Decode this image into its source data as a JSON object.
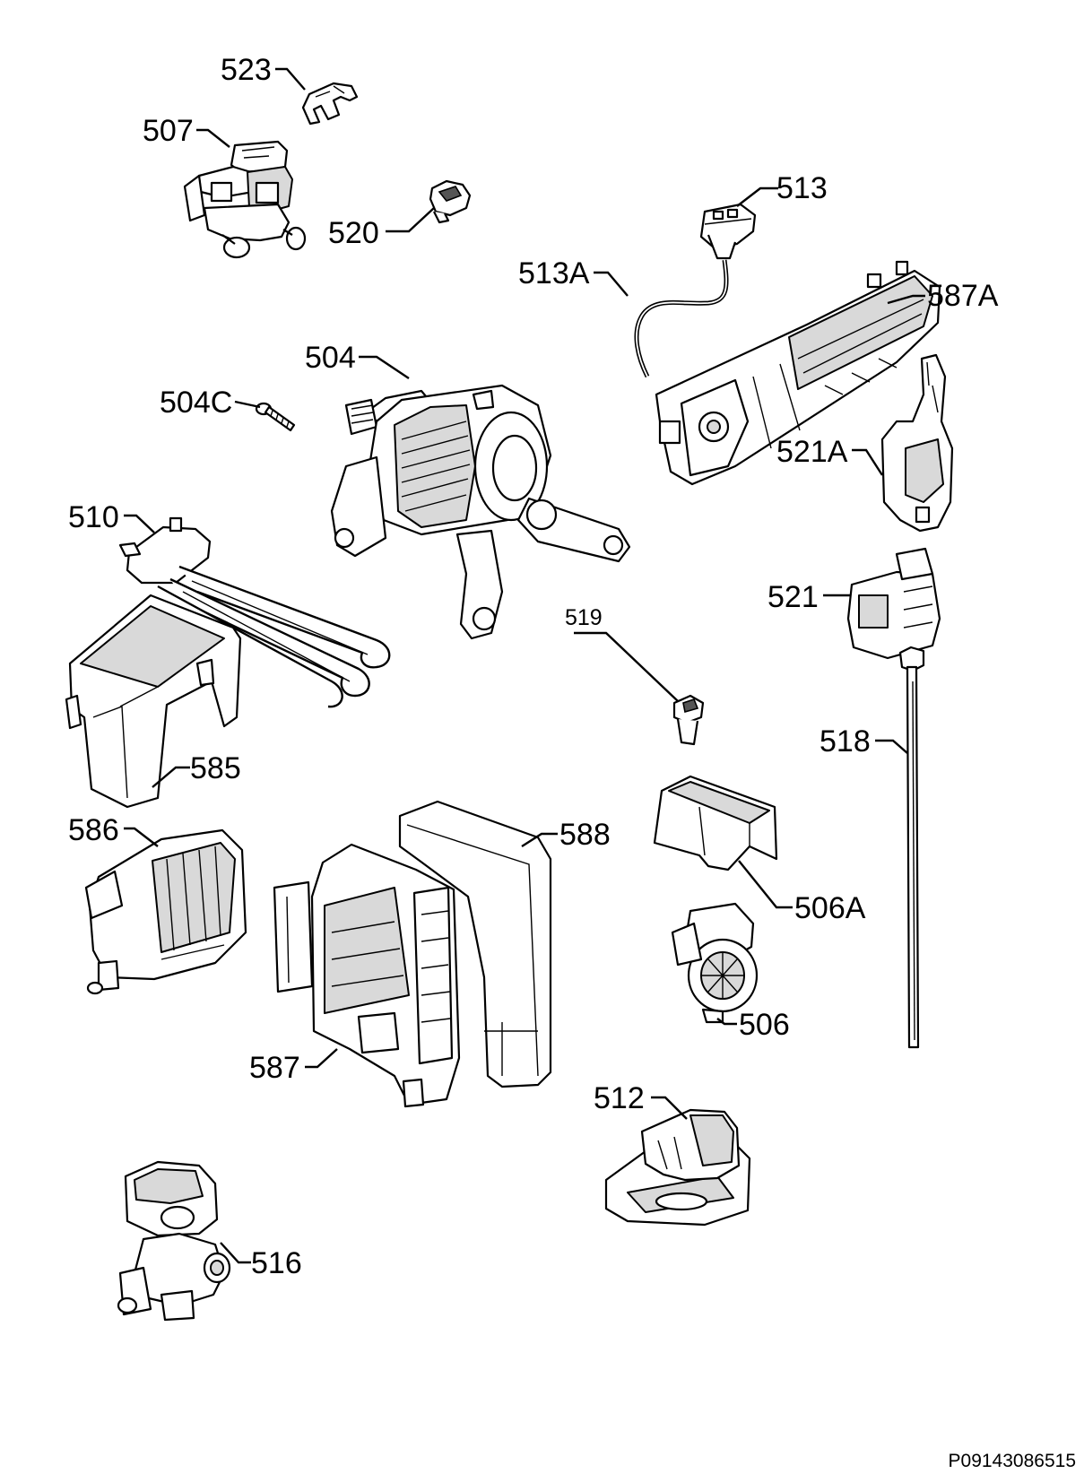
{
  "diagram": {
    "document_id": "P09143086515",
    "callouts": [
      {
        "id": "p523",
        "label": "523"
      },
      {
        "id": "p507",
        "label": "507"
      },
      {
        "id": "p520",
        "label": "520"
      },
      {
        "id": "p513",
        "label": "513"
      },
      {
        "id": "p513a",
        "label": "513A"
      },
      {
        "id": "p587a",
        "label": "587A"
      },
      {
        "id": "p504",
        "label": "504"
      },
      {
        "id": "p504c",
        "label": "504C"
      },
      {
        "id": "p521a",
        "label": "521A"
      },
      {
        "id": "p510",
        "label": "510"
      },
      {
        "id": "p521",
        "label": "521"
      },
      {
        "id": "p519",
        "label": "519"
      },
      {
        "id": "p518",
        "label": "518"
      },
      {
        "id": "p585",
        "label": "585"
      },
      {
        "id": "p586",
        "label": "586"
      },
      {
        "id": "p588",
        "label": "588"
      },
      {
        "id": "p506a",
        "label": "506A"
      },
      {
        "id": "p506",
        "label": "506"
      },
      {
        "id": "p587",
        "label": "587"
      },
      {
        "id": "p512",
        "label": "512"
      },
      {
        "id": "p516",
        "label": "516"
      }
    ]
  }
}
